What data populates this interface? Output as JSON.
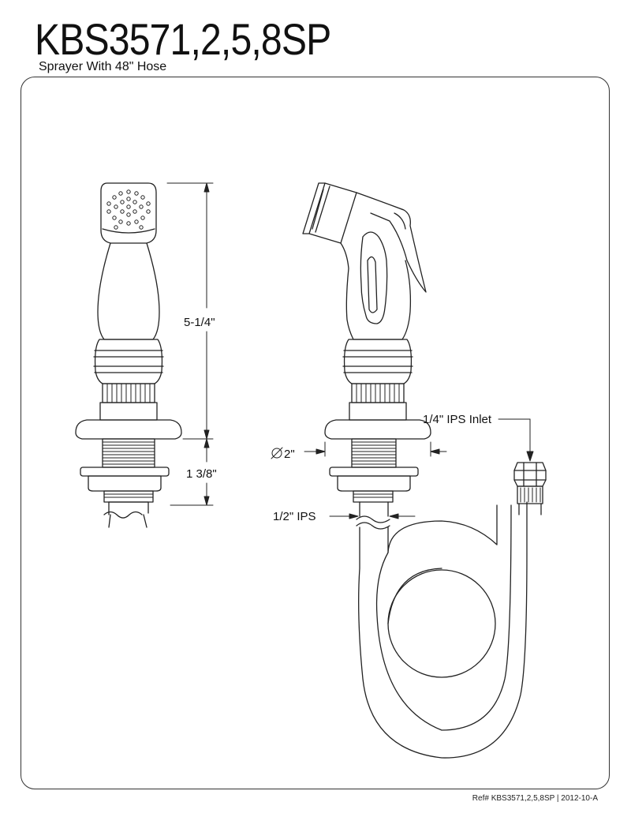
{
  "header": {
    "model": "KBS3571,2,5,8SP",
    "description": "Sprayer With 48\" Hose"
  },
  "dimensions": {
    "height": "5-1/4\"",
    "thread_length": "1 3/8\"",
    "base_diameter": "2\"",
    "inlet_label": "1/4\" IPS Inlet",
    "shank_label": "1/2\" IPS"
  },
  "footer": {
    "ref": "Ref# KBS3571,2,5,8SP | 2012-10-A"
  }
}
